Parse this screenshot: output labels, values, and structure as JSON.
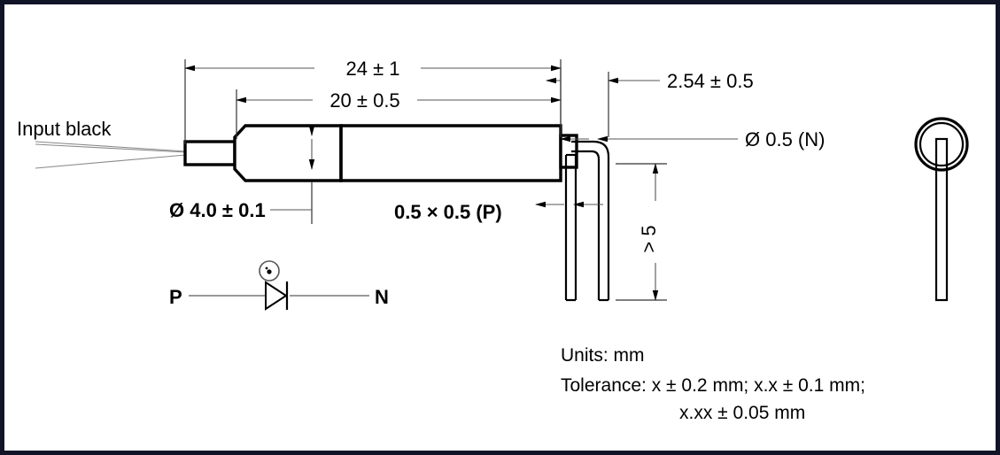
{
  "drawing": {
    "title": "optical-component-mechanical-drawing",
    "border_color": "#111427",
    "background": "#ffffff",
    "line_color": "#000000"
  },
  "labels": {
    "input_wire": "Input black",
    "length_overall": "24 ± 1",
    "length_body": "20 ± 0.5",
    "pin_pitch": "2.54 ± 0.5",
    "body_diameter": "Ø 4.0 ± 0.1",
    "pin_n_diameter": "Ø 0.5 (N)",
    "pin_p_section": "0.5 × 0.5 (P)",
    "lead_length": "> 5"
  },
  "schematic": {
    "anode_label": "P",
    "cathode_label": "N",
    "symbol": "photodiode-symbol"
  },
  "notes": {
    "units": "Units: mm",
    "tolerance_line1": "Tolerance: x ± 0.2 mm;  x.x ± 0.1 mm;",
    "tolerance_line2": "x.xx ± 0.05 mm"
  }
}
